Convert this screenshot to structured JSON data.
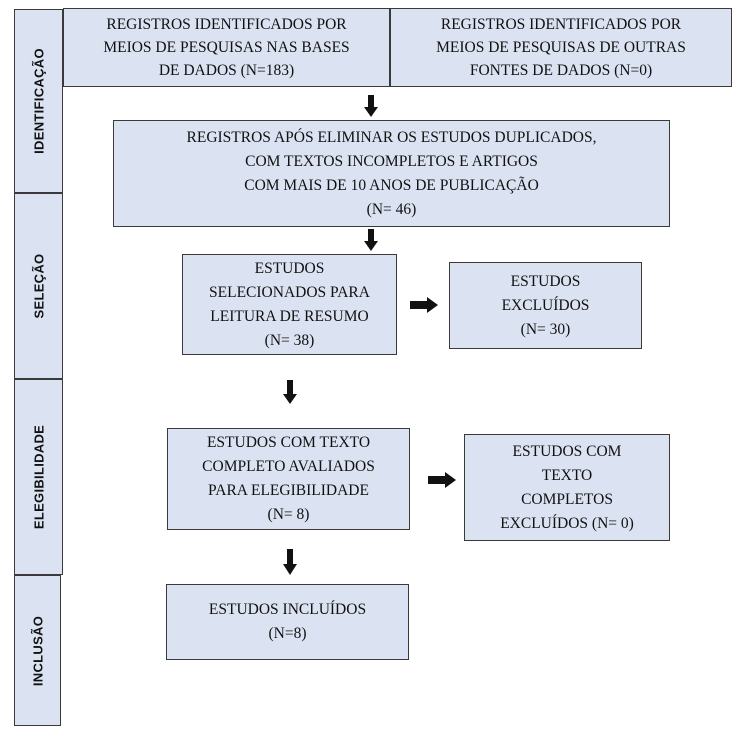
{
  "stages": [
    {
      "label": "IDENTIFICAÇÃO"
    },
    {
      "label": "SELEÇÃO"
    },
    {
      "label": "ELEGIBILIDADE"
    },
    {
      "label": "INCLUSÃO"
    }
  ],
  "boxes": {
    "databases": {
      "lines": [
        "REGISTROS IDENTIFICADOS POR",
        "MEIOS DE PESQUISAS NAS BASES",
        "DE DADOS (N=183)"
      ]
    },
    "other_sources": {
      "lines": [
        "REGISTROS IDENTIFICADOS POR",
        "MEIOS DE PESQUISAS DE OUTRAS",
        "FONTES DE DADOS (N=0)"
      ]
    },
    "after_duplicates": {
      "lines": [
        "REGISTROS APÓS ELIMINAR OS ESTUDOS DUPLICADOS,",
        "COM TEXTOS INCOMPLETOS E ARTIGOS",
        "COM MAIS DE 10 ANOS DE PUBLICAÇÃO",
        "(N= 46)"
      ]
    },
    "abstract_screening": {
      "lines": [
        "ESTUDOS",
        "SELECIONADOS PARA",
        "LEITURA DE RESUMO",
        "(N= 38)"
      ]
    },
    "excluded_screening": {
      "lines": [
        "ESTUDOS",
        "EXCLUÍDOS",
        "(N= 30)"
      ]
    },
    "fulltext_assessed": {
      "lines": [
        "ESTUDOS COM TEXTO",
        "COMPLETO AVALIADOS",
        "PARA ELEGIBILIDADE",
        "(N= 8)"
      ]
    },
    "fulltext_excluded": {
      "lines": [
        "ESTUDOS COM",
        "TEXTO",
        "COMPLETOS",
        "EXCLUÍDOS (N= 0)"
      ]
    },
    "included": {
      "lines": [
        "ESTUDOS INCLUÍDOS",
        "(N=8)"
      ]
    }
  }
}
